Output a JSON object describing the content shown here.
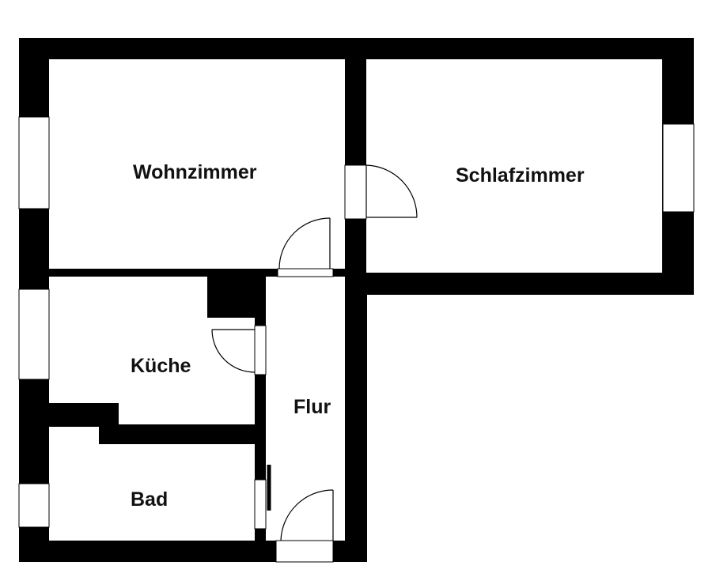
{
  "colors": {
    "wall": "#000000",
    "floor": "#ffffff",
    "door_line": "#000000"
  },
  "rooms": {
    "wohnzimmer": "Wohnzimmer",
    "schlafzimmer": "Schlafzimmer",
    "kueche": "Küche",
    "flur": "Flur",
    "bad": "Bad"
  }
}
